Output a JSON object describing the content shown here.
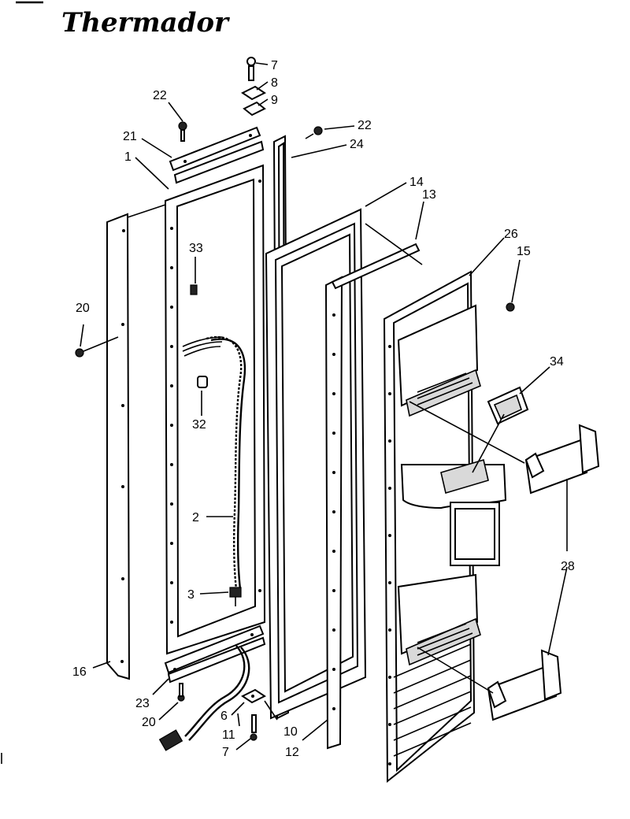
{
  "brand": {
    "logo_text": "Thermador"
  },
  "callouts": [
    {
      "id": "c7a",
      "text": "7"
    },
    {
      "id": "c8",
      "text": "8"
    },
    {
      "id": "c9",
      "text": "9"
    },
    {
      "id": "c22a",
      "text": "22"
    },
    {
      "id": "c22b",
      "text": "22"
    },
    {
      "id": "c21",
      "text": "21"
    },
    {
      "id": "c24",
      "text": "24"
    },
    {
      "id": "c1",
      "text": "1"
    },
    {
      "id": "c14",
      "text": "14"
    },
    {
      "id": "c13",
      "text": "13"
    },
    {
      "id": "c26",
      "text": "26"
    },
    {
      "id": "c15",
      "text": "15"
    },
    {
      "id": "c33",
      "text": "33"
    },
    {
      "id": "c20a",
      "text": "20"
    },
    {
      "id": "c34",
      "text": "34"
    },
    {
      "id": "c32",
      "text": "32"
    },
    {
      "id": "c2",
      "text": "2"
    },
    {
      "id": "c28",
      "text": "28"
    },
    {
      "id": "c3",
      "text": "3"
    },
    {
      "id": "c16",
      "text": "16"
    },
    {
      "id": "c23",
      "text": "23"
    },
    {
      "id": "c6",
      "text": "6"
    },
    {
      "id": "c20b",
      "text": "20"
    },
    {
      "id": "c10",
      "text": "10"
    },
    {
      "id": "c11",
      "text": "11"
    },
    {
      "id": "c12",
      "text": "12"
    },
    {
      "id": "c7b",
      "text": "7"
    }
  ]
}
